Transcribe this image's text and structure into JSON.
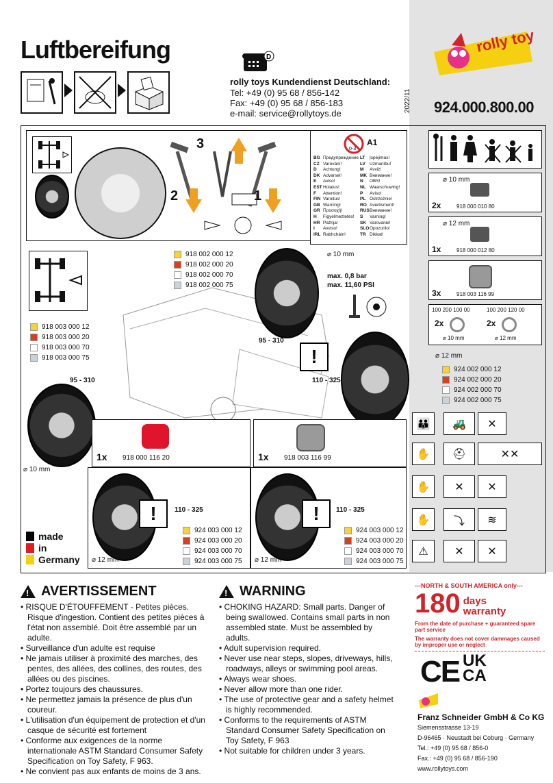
{
  "header": {
    "title": "Luftbereifung",
    "service_country": "D",
    "service_title": "rolly toys Kundendienst Deutschland:",
    "tel": "Tel:   +49 (0) 95 68 / 856-142",
    "fax": "Fax: +49 (0) 95 68 / 856-183",
    "email": "e-mail: service@rollytoys.de",
    "date": "2022/11",
    "part_number": "924.000.800.00",
    "logo_text": "rolly toys"
  },
  "steps": {
    "step_3": "3",
    "step_2": "2",
    "step_1": "1"
  },
  "age_box": {
    "code": "A1",
    "age": "0-3",
    "languages": [
      [
        "BG",
        "Предупреждение!"
      ],
      [
        "CZ",
        "Varování!"
      ],
      [
        "D",
        "Achtung!"
      ],
      [
        "DK",
        "Advarsel!"
      ],
      [
        "E",
        "Aviso!"
      ],
      [
        "EST",
        "Hoiatus!"
      ],
      [
        "F",
        "Attention!"
      ],
      [
        "FIN",
        "Varoitus!"
      ],
      [
        "GB",
        "Warning!"
      ],
      [
        "GR",
        "Προσοχή!"
      ],
      [
        "H",
        "Figyelmeztetés!"
      ],
      [
        "HR",
        "Pažnja!"
      ],
      [
        "I",
        "Avviso!"
      ],
      [
        "IRL",
        "Rabhcháin!"
      ]
    ],
    "languages2": [
      [
        "LT",
        "Įspėjimas!"
      ],
      [
        "LV",
        "Uzmanību!"
      ],
      [
        "M",
        "Avviż!"
      ],
      [
        "MK",
        "Внимание!"
      ],
      [
        "N",
        "OBS!"
      ],
      [
        "NL",
        "Waarschuwing!"
      ],
      [
        "P",
        "Aviso!"
      ],
      [
        "PL",
        "Ostrzeżnie!"
      ],
      [
        "RO",
        "Avertisment!"
      ],
      [
        "RUS",
        "Внимание!"
      ],
      [
        "S",
        "Varning!"
      ],
      [
        "SK",
        "Varovanie!"
      ],
      [
        "SLO",
        "Opozorilo!"
      ],
      [
        "TR",
        "Dikkat!"
      ]
    ]
  },
  "front_wheel_legend": [
    "918 002 000 12",
    "918 002 000 20",
    "918 002 000 70",
    "918 002 000 75"
  ],
  "left_wheel_legend": [
    "918 003 000 12",
    "918 003 000 20",
    "918 003 000 70",
    "918 003 000 75"
  ],
  "right_wheel_legend": [
    "924 002 000 12",
    "924 002 000 20",
    "924 002 000 70",
    "924 002 000 75"
  ],
  "bottom_left_legend": [
    "924 003 000 12",
    "924 003 000 20",
    "924 003 000 70",
    "924 003 000 75"
  ],
  "bottom_right_legend": [
    "924 003 000 12",
    "924 003 000 20",
    "924 003 000 70",
    "924 003 000 75"
  ],
  "swatch_colors": [
    "#f5d33a",
    "#d9401e",
    "#ffffff",
    "#c9d3dc"
  ],
  "labels": {
    "d10_top": "⌀ 10 mm",
    "pressure_bar": "max. 0,8 bar",
    "pressure_psi": "max. 11,60 PSI",
    "size_95_310_a": "95 - 310",
    "size_95_310_b": "95 - 310",
    "size_110_325_a": "110 - 325",
    "size_110_325_b": "110 - 325",
    "size_110_325_c": "110 - 325",
    "d12_right": "⌀ 12 mm",
    "d10_left": "⌀ 10 mm",
    "d12_bl": "⌀ 12 mm",
    "d12_br": "⌀ 12 mm"
  },
  "hub_boxes": {
    "red_qty": "1x",
    "red_part": "918 000 116 20",
    "grey_qty": "1x",
    "grey_part": "918 003 116 99"
  },
  "parts": [
    {
      "qty": "2x",
      "dia": "⌀ 10 mm",
      "part": "918 000 010 80"
    },
    {
      "qty": "1x",
      "dia": "⌀ 12 mm",
      "part": "918 000 012 80"
    },
    {
      "qty": "3x",
      "dia": "",
      "part": "918 003 116 99"
    }
  ],
  "washers": {
    "left_code": "100 200 100 00",
    "right_code": "100 200 120 00",
    "left_qty": "2x",
    "right_qty": "2x",
    "left_dia": "⌀ 10 mm",
    "right_dia": "⌀ 12 mm"
  },
  "made_in": [
    "made",
    "in",
    "Germany"
  ],
  "made_colors": [
    "#000000",
    "#dd1f1f",
    "#f5d010"
  ],
  "avert": {
    "title": "AVERTISSEMENT",
    "items": [
      "RISQUE D'ÉTOUFFEMENT - Petites pièces. Risque d'ingestion. Contient des petites pièces à l'état non assemblé. Doit être assemblé par un adulte.",
      "Surveillance d'un adulte est requise",
      "Ne jamais utiliser à proximité des marches, des pentes, des allées, des collines, des routes, des allées ou des piscines.",
      "Portez toujours des chaussures.",
      "Ne permettez jamais la présence de plus d'un coureur.",
      "L'utilisation d'un équipement de protection et d'un casque de sécurité est fortement",
      "Conforme aux exigences de la norme internationale ASTM Standard Consumer Safety Specification on Toy Safety, F 963.",
      "Ne convient pas aux enfants de moins de 3 ans."
    ]
  },
  "warning": {
    "title": "WARNING",
    "items": [
      "CHOKING HAZARD: Small parts. Danger of being swallowed. Contains small parts in non assembled state. Must be assembled by adults.",
      "Adult supervision required.",
      "Never use near steps, slopes, driveways, hills, roadways, alleys or swimming pool areas.",
      "Always wear shoes.",
      "Never allow more than one rider.",
      "The use of protective gear and a safety helmet is highly recommended.",
      "Conforms to the requirements of ASTM Standard Consumer Safety Specification on Toy Safety, F 963",
      "Not suitable for children under 3 years."
    ]
  },
  "warranty": {
    "region": "---NORTH & SOUTH AMERICA only---",
    "number": "180",
    "days": "days",
    "word": "warranty",
    "note1": "From the date of purchase + guaranteed spare part service",
    "note2": "The warranty does not cover dammages caused by improper use or neglect",
    "accent": "#d2232a"
  },
  "marks": {
    "ce": "CE",
    "ukca_top": "UK",
    "ukca_bottom": "CA"
  },
  "company": {
    "name": "Franz Schneider GmbH & Co KG",
    "street": "Siemensstrasse 13-19",
    "city": "D-96465 · Neustadt bei Coburg · Germany",
    "tel": "Tel.: +49 (0) 95 68 / 856-0",
    "fax": "Fax.: +49 (0) 95 68 / 856-190",
    "web": "www.rollytoys.com"
  }
}
